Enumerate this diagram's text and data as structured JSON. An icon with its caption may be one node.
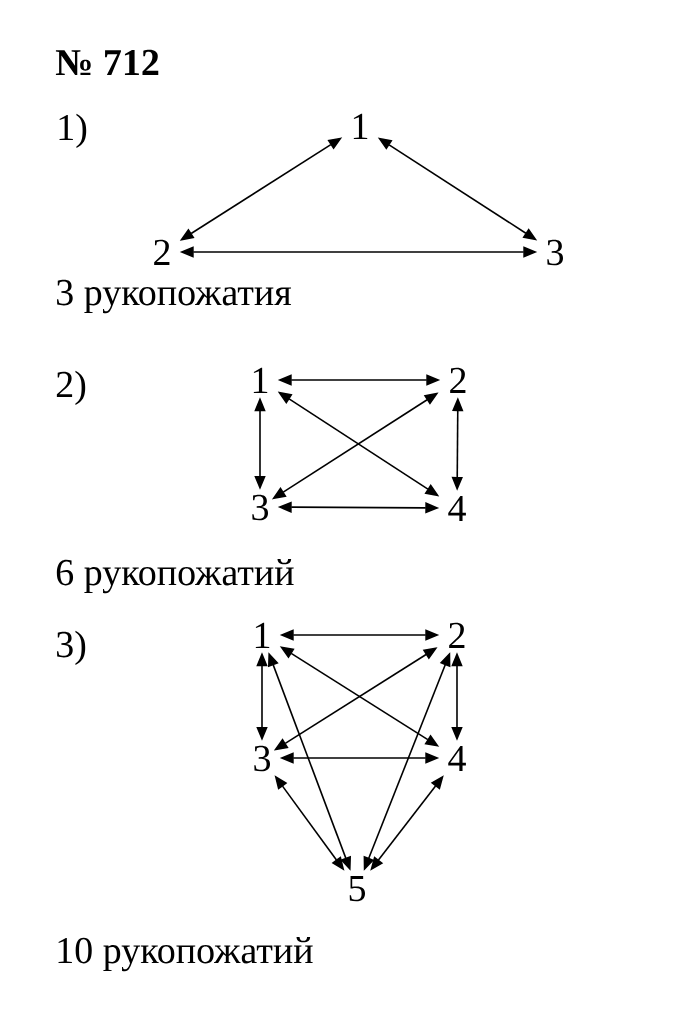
{
  "diagram": {
    "title": "№ 712",
    "nodes": [
      {
        "text": [
          "1"
        ]
      },
      {
        "text": [
          "2"
        ]
      },
      {
        "text": [
          "3"
        ]
      },
      {
        "text": [
          "1"
        ]
      },
      {
        "text": [
          "2"
        ]
      },
      {
        "text": [
          "3"
        ]
      },
      {
        "text": [
          "4"
        ]
      },
      {
        "text": [
          "1"
        ]
      },
      {
        "text": [
          "2"
        ]
      },
      {
        "text": [
          "3"
        ]
      },
      {
        "text": [
          "4"
        ]
      },
      {
        "text": [
          "5"
        ]
      }
    ],
    "edges": [
      {
        "from": 0,
        "to": 1,
        "arrow": "both"
      },
      {
        "from": 0,
        "to": 2,
        "arrow": "both"
      },
      {
        "from": 1,
        "to": 2,
        "arrow": "both"
      },
      {
        "from": 3,
        "to": 4,
        "arrow": "both"
      },
      {
        "from": 3,
        "to": 5,
        "arrow": "both"
      },
      {
        "from": 3,
        "to": 6,
        "arrow": "both"
      },
      {
        "from": 4,
        "to": 5,
        "arrow": "both"
      },
      {
        "from": 4,
        "to": 6,
        "arrow": "both"
      },
      {
        "from": 5,
        "to": 6,
        "arrow": "both"
      },
      {
        "from": 7,
        "to": 8,
        "arrow": "both"
      },
      {
        "from": 7,
        "to": 9,
        "arrow": "both"
      },
      {
        "from": 7,
        "to": 10,
        "arrow": "both"
      },
      {
        "from": 7,
        "to": 11,
        "arrow": "both"
      },
      {
        "from": 8,
        "to": 9,
        "arrow": "both"
      },
      {
        "from": 8,
        "to": 10,
        "arrow": "both"
      },
      {
        "from": 8,
        "to": 11,
        "arrow": "both"
      },
      {
        "from": 9,
        "to": 10,
        "arrow": "both"
      },
      {
        "from": 9,
        "to": 11,
        "arrow": "both"
      },
      {
        "from": 10,
        "to": 11,
        "arrow": "both"
      }
    ],
    "labels": [
      "1)",
      "3 рукопожатия",
      "2)",
      "6 рукопожатий",
      "3)",
      "10 рукопожатий"
    ]
  }
}
